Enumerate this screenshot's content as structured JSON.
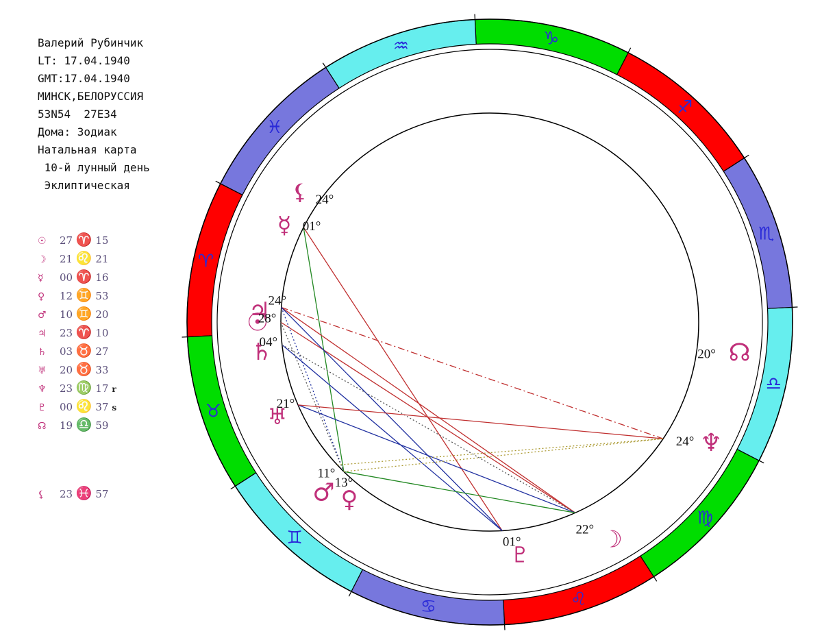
{
  "info_lines": [
    "Валерий Рубинчик",
    "LT: 17.04.1940",
    "GMT:17.04.1940",
    "МИНСК,БЕЛОРУССИЯ",
    "53N54  27E34",
    "Дома: Зодиак",
    "Натальная карта",
    " 10-й лунный день",
    " Эклиптическая"
  ],
  "planets": [
    {
      "name": "sun",
      "glyph": "☉",
      "deg": "27",
      "sign": "♈",
      "min": "15",
      "flag": ""
    },
    {
      "name": "moon",
      "glyph": "☽",
      "deg": "21",
      "sign": "♌",
      "min": "21",
      "flag": ""
    },
    {
      "name": "mercury",
      "glyph": "☿",
      "deg": "00",
      "sign": "♈",
      "min": "16",
      "flag": ""
    },
    {
      "name": "venus",
      "glyph": "♀",
      "deg": "12",
      "sign": "♊",
      "min": "53",
      "flag": ""
    },
    {
      "name": "mars",
      "glyph": "♂",
      "deg": "10",
      "sign": "♊",
      "min": "20",
      "flag": ""
    },
    {
      "name": "jupiter",
      "glyph": "♃",
      "deg": "23",
      "sign": "♈",
      "min": "10",
      "flag": ""
    },
    {
      "name": "saturn",
      "glyph": "♄",
      "deg": "03",
      "sign": "♉",
      "min": "27",
      "flag": ""
    },
    {
      "name": "uranus",
      "glyph": "♅",
      "deg": "20",
      "sign": "♉",
      "min": "33",
      "flag": ""
    },
    {
      "name": "neptune",
      "glyph": "♆",
      "deg": "23",
      "sign": "♍",
      "min": "17",
      "flag": "r"
    },
    {
      "name": "pluto",
      "glyph": "♇",
      "deg": "00",
      "sign": "♌",
      "min": "37",
      "flag": "s"
    },
    {
      "name": "node",
      "glyph": "☊",
      "deg": "19",
      "sign": "♎",
      "min": "59",
      "flag": ""
    }
  ],
  "lilith": {
    "name": "lilith",
    "glyph": "⚸",
    "deg": "23",
    "sign": "♓",
    "min": "57",
    "flag": ""
  },
  "colors": {
    "fire": "#ff0000",
    "earth": "#00dd00",
    "air": "#66eeee",
    "water": "#7777dd",
    "sign_glyph": "#2a2ad8",
    "planet_glyph": "#c0307a"
  },
  "zodiac": {
    "ascendant_sign": "Aries",
    "signs": [
      {
        "name": "aries",
        "glyph": "♈",
        "element": "fire"
      },
      {
        "name": "taurus",
        "glyph": "♉",
        "element": "earth"
      },
      {
        "name": "gemini",
        "glyph": "♊",
        "element": "air"
      },
      {
        "name": "cancer",
        "glyph": "♋",
        "element": "water"
      },
      {
        "name": "leo",
        "glyph": "♌",
        "element": "fire"
      },
      {
        "name": "virgo",
        "glyph": "♍",
        "element": "earth"
      },
      {
        "name": "libra",
        "glyph": "♎",
        "element": "air"
      },
      {
        "name": "scorpio",
        "glyph": "♏",
        "element": "water"
      },
      {
        "name": "sagittarius",
        "glyph": "♐",
        "element": "fire"
      },
      {
        "name": "capricorn",
        "glyph": "♑",
        "element": "earth"
      },
      {
        "name": "aquarius",
        "glyph": "♒",
        "element": "air"
      },
      {
        "name": "pisces",
        "glyph": "♓",
        "element": "water"
      }
    ]
  },
  "wheel_planets": [
    {
      "name": "lilith",
      "glyph": "⚸",
      "label": "24°",
      "lon": 353.95
    },
    {
      "name": "mercury",
      "glyph": "☿",
      "label": "01°",
      "lon": 0.27
    },
    {
      "name": "jupiter",
      "glyph": "♃",
      "label": "24°",
      "lon": 23.17
    },
    {
      "name": "sun",
      "glyph": "☉",
      "label": "28°",
      "lon": 27.25
    },
    {
      "name": "saturn",
      "glyph": "♄",
      "label": "04°",
      "lon": 33.45
    },
    {
      "name": "uranus",
      "glyph": "♅",
      "label": "21°",
      "lon": 50.55
    },
    {
      "name": "mars",
      "glyph": "♂",
      "label": "11°",
      "lon": 70.33
    },
    {
      "name": "venus",
      "glyph": "♀",
      "label": "13°",
      "lon": 72.88
    },
    {
      "name": "pluto",
      "glyph": "♇",
      "label": "01°",
      "lon": 120.62
    },
    {
      "name": "moon",
      "glyph": "☽",
      "label": "22°",
      "lon": 141.35
    },
    {
      "name": "neptune",
      "glyph": "♆",
      "label": "24°",
      "lon": 173.28
    },
    {
      "name": "node",
      "glyph": "☊",
      "label": "20°",
      "lon": 199.98
    }
  ],
  "aspects": [
    {
      "from": "mercury",
      "to": "pluto",
      "color": "#c03030",
      "style": "solid"
    },
    {
      "from": "mercury",
      "to": "venus",
      "color": "#228822",
      "style": "solid"
    },
    {
      "from": "jupiter",
      "to": "neptune",
      "color": "#c03030",
      "style": "dashdot"
    },
    {
      "from": "jupiter",
      "to": "moon",
      "color": "#c03030",
      "style": "solid"
    },
    {
      "from": "sun",
      "to": "moon",
      "color": "#c03030",
      "style": "solid"
    },
    {
      "from": "jupiter",
      "to": "pluto",
      "color": "#2030a0",
      "style": "solid"
    },
    {
      "from": "saturn",
      "to": "pluto",
      "color": "#2030a0",
      "style": "solid"
    },
    {
      "from": "jupiter",
      "to": "venus",
      "color": "#2030a0",
      "style": "dotted"
    },
    {
      "from": "sun",
      "to": "venus",
      "color": "#555555",
      "style": "dotted"
    },
    {
      "from": "saturn",
      "to": "moon",
      "color": "#555555",
      "style": "dotted"
    },
    {
      "from": "uranus",
      "to": "moon",
      "color": "#2030a0",
      "style": "solid"
    },
    {
      "from": "uranus",
      "to": "neptune",
      "color": "#c03030",
      "style": "solid"
    },
    {
      "from": "venus",
      "to": "moon",
      "color": "#228822",
      "style": "solid"
    },
    {
      "from": "venus",
      "to": "neptune",
      "color": "#aa9930",
      "style": "dotted"
    },
    {
      "from": "mars",
      "to": "neptune",
      "color": "#aa9930",
      "style": "dotted"
    }
  ]
}
